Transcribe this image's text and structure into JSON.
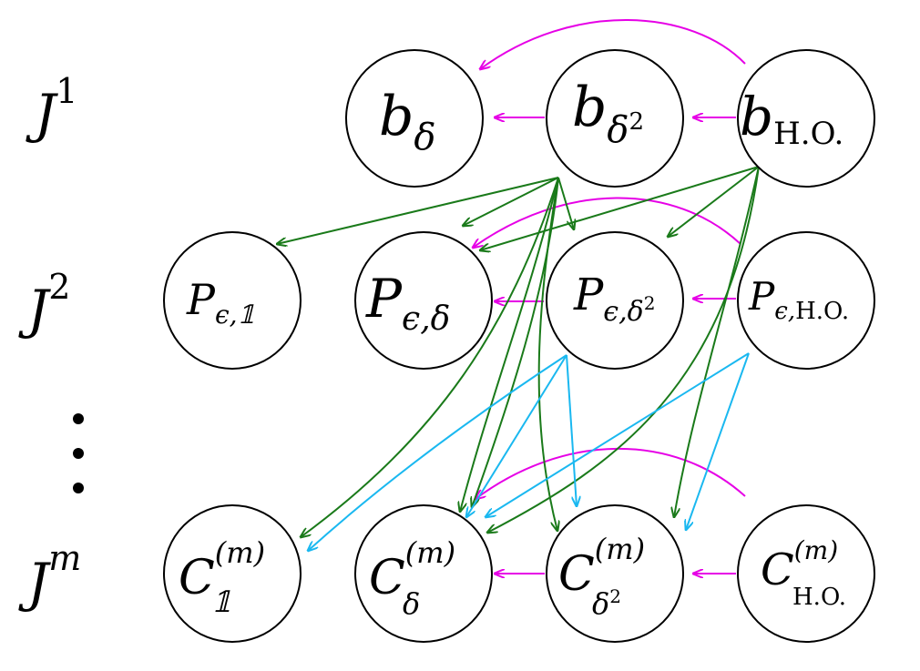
{
  "colors": {
    "magenta": "#e600e6",
    "green": "#1a7a1a",
    "cyan": "#1ab8f0"
  },
  "row_labels": {
    "r1": {
      "base": "J",
      "sup": "1"
    },
    "r2": {
      "base": "J",
      "sup": "2"
    },
    "rm": {
      "base": "J",
      "sup": "m"
    }
  },
  "nodes": {
    "b_delta": {
      "base": "b",
      "sub": "δ"
    },
    "b_delta2": {
      "base": "b",
      "sub": "δ",
      "subsup": "2"
    },
    "b_ho": {
      "base": "b",
      "sub": "H.O."
    },
    "p_one": {
      "base": "P",
      "sub": "ϵ,𝟙"
    },
    "p_delta": {
      "base": "P",
      "sub": "ϵ,δ"
    },
    "p_delta2": {
      "base": "P",
      "sub": "ϵ,δ",
      "subsup": "2"
    },
    "p_ho": {
      "base": "P",
      "sub": "ϵ,",
      "sub_upright": "H.O."
    },
    "c_one": {
      "base": "C",
      "sup": "(m)",
      "sub": "𝟙"
    },
    "c_delta": {
      "base": "C",
      "sup": "(m)",
      "sub": "δ"
    },
    "c_delta2": {
      "base": "C",
      "sup": "(m)",
      "sub": "δ",
      "subsup": "2"
    },
    "c_ho": {
      "base": "C",
      "sup": "(m)",
      "sub": "H.O."
    }
  }
}
